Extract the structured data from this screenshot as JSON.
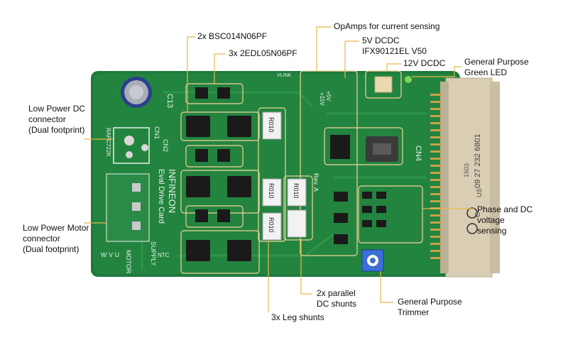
{
  "labels": {
    "mosfets": "2x BSC014N06PF",
    "drivers": "3x 2EDL05N06PF",
    "opamps": "OpAmps for current sensing",
    "dcdc5": [
      "5V DCDC",
      "IFX90121EL V50"
    ],
    "dcdc12": "12V DCDC",
    "led": [
      "General Purpose",
      "Green LED"
    ],
    "dc_conn": [
      "Low Power DC",
      "connector",
      "(Dual footprint)"
    ],
    "motor_conn": [
      "Low Power Motor",
      "connector",
      "(Dual footprint)"
    ],
    "phase_sense": [
      "Phase and DC",
      "voltage",
      "sensing"
    ],
    "dc_shunts": [
      "2x parallel",
      "DC shunts"
    ],
    "trimmer": [
      "General Purpose",
      "Trimmer"
    ],
    "leg_shunts": "3x Leg shunts"
  },
  "silkscreen": {
    "c13": "C13",
    "cn1": "CN1",
    "cn2": "CN2",
    "cn4": "CN4",
    "rapc": "RAPC722K",
    "board_name": "INFINEON",
    "board_sub": "Eval Drive Card",
    "rev": "Rev. A",
    "r010": "R010",
    "motor": "MOTOR",
    "supply": "SUPPLY",
    "uvw": "W V U",
    "v15": "+15V",
    "v5": "+5V",
    "vlink": "VLINK",
    "ntc": "NTC"
  },
  "connector_text": {
    "part": "09 27 232 6801",
    "code": "1603",
    "mark": "US",
    "c": "C"
  },
  "colors": {
    "pcb": "#1f7a3d",
    "pcb_dark": "#145c2c",
    "silk": "#e8f2ea",
    "connector": "#d9cdb4",
    "highlight": "#f0d49a",
    "leader": "#e5b84a"
  }
}
